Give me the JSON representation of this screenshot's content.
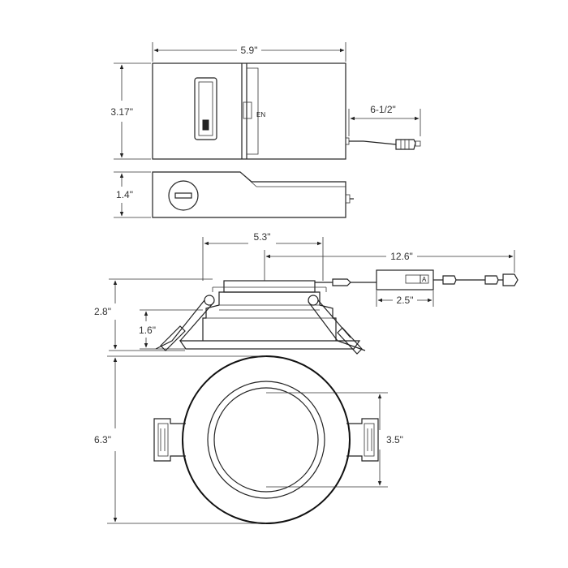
{
  "dimensions": {
    "junction_box_width": "5.9\"",
    "junction_box_height": "3.17\"",
    "junction_box_depth": "1.4\"",
    "cable_length_box": "6-1/2\"",
    "fixture_width": "5.3\"",
    "fixture_cable_length": "12.6\"",
    "driver_length": "2.5\"",
    "fixture_height": "2.8\"",
    "fixture_body_height": "1.6\"",
    "trim_diameter": "6.3\"",
    "aperture_diameter": "3.5\""
  },
  "labels": {
    "switch_label": "EN",
    "driver_label": "A"
  }
}
